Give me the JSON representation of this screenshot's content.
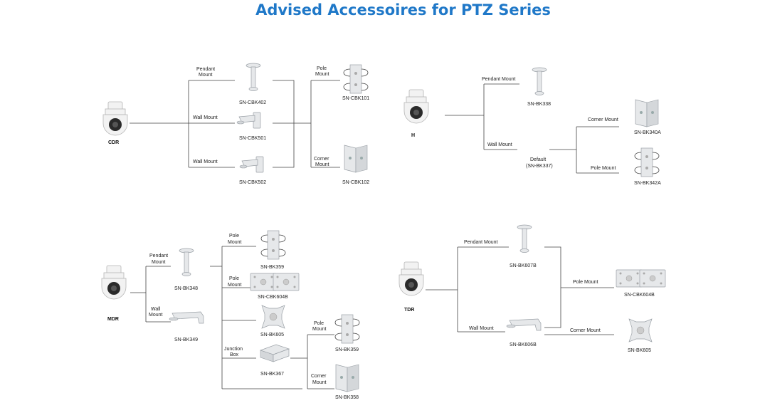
{
  "title": "Advised Accessoires for PTZ Series",
  "sections": {
    "cdr": {
      "camera": "CDR",
      "pendant_label": [
        "Pendant",
        "Mount"
      ],
      "wall1_label": "Wall Mount",
      "wall2_label": "Wall Mount",
      "pole_label": [
        "Pole",
        "Mount"
      ],
      "corner_label": [
        "Corner",
        "Mount"
      ],
      "codes": [
        "SN-CBK402",
        "SN-CBK501",
        "SN-CBK502",
        "SN-CBK101",
        "SN-CBK102"
      ]
    },
    "h": {
      "camera": "H",
      "pendant_label": "Pendant Mount",
      "wall_label": "Wall Mount",
      "default_label": [
        "Default",
        "(SN-BK337)"
      ],
      "corner_label": "Corner Mount",
      "pole_label": "Pole Mount",
      "codes": [
        "SN-BK338",
        "SN-BK340A",
        "SN-BK342A"
      ]
    },
    "mdr": {
      "camera": "MDR",
      "pendant_label": [
        "Pendant",
        "Mount"
      ],
      "wall_label": [
        "Wall",
        "Mount"
      ],
      "pole1_label": [
        "Pole",
        "Mount"
      ],
      "pole2_label": [
        "Pole",
        "Mount"
      ],
      "junction_label": [
        "Junction",
        "Box"
      ],
      "pole3_label": [
        "Pole",
        "Mount"
      ],
      "corner_label": [
        "Corner",
        "Mount"
      ],
      "codes": [
        "SN-BK348",
        "SN-BK349",
        "SN-BK359",
        "SN-CBK604B",
        "SN-BK605",
        "SN-BK367",
        "SN-BK359",
        "SN-BK358"
      ]
    },
    "tdr": {
      "camera": "TDR",
      "pendant_label": "Pendant Mount",
      "wall_label": "Wall Mount",
      "pole_label": "Pole Mount",
      "corner_label": "Corner Mount",
      "codes": [
        "SN-BK607B",
        "SN-BK606B",
        "SN-CBK604B",
        "SN-BK605"
      ]
    }
  }
}
